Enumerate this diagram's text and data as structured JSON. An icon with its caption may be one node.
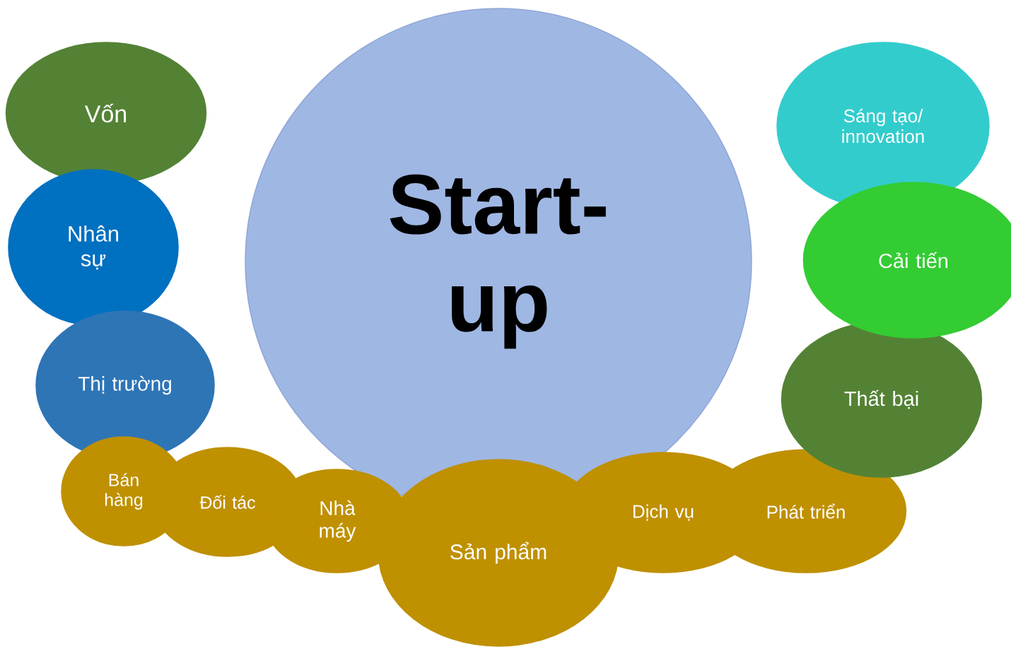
{
  "diagram": {
    "nodes": [
      {
        "text": [
          "Start-up"
        ]
      },
      {
        "text": [
          "Vốn"
        ]
      },
      {
        "text": [
          "Nhân sự"
        ]
      },
      {
        "text": [
          "Thị trường"
        ]
      },
      {
        "text": [
          "Bán hàng"
        ]
      },
      {
        "text": [
          "Đối tác"
        ]
      },
      {
        "text": [
          "Nhà máy"
        ]
      },
      {
        "text": [
          "Sản phẩm"
        ]
      },
      {
        "text": [
          "Dịch vụ"
        ]
      },
      {
        "text": [
          "Phát triển"
        ]
      },
      {
        "text": [
          "Thất bại"
        ]
      },
      {
        "text": [
          "Cải tiến"
        ]
      },
      {
        "text": [
          "Sáng tạo/ innovation"
        ]
      }
    ]
  }
}
